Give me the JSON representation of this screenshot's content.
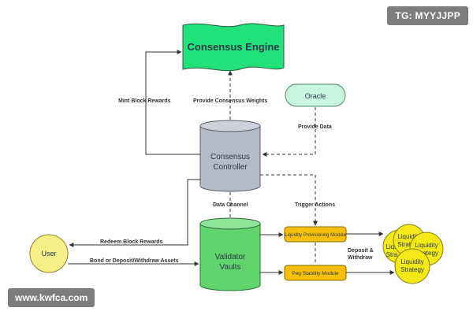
{
  "badges": {
    "top_right": "TG: MYYJJPP",
    "bottom_left": "www.kwfca.com"
  },
  "nodes": {
    "consensus_engine": "Consensus Engine",
    "oracle": "Oracle",
    "consensus_controller": [
      "Consensus",
      "Controller"
    ],
    "validator_vaults": [
      "Validator",
      "Vaults"
    ],
    "user": "User",
    "liquidity_module": "Liquidity Provisioning Module",
    "peg_module": "Peg Stability Module",
    "strategy_label": [
      "Liquidity",
      "Strategy"
    ],
    "strategy_partial": [
      "Liqu",
      "Stra"
    ]
  },
  "edges": {
    "mint": "Mint Block Rewards",
    "provide_weights": "Provide Consensus Weights",
    "provide_data": "Provide Data",
    "data_channel": "Data Channel",
    "trigger_actions": "Trigger Actions",
    "redeem": "Redeem Block Rewards",
    "bond": "Bond or Deposit/Withdraw Assets",
    "deposit_withdraw": [
      "Deposit &",
      "Withdraw"
    ]
  },
  "colors": {
    "engine": "#22e07a",
    "oracle": "#c9f5e0",
    "controller": "#b6bcc6",
    "vaults": "#62d46e",
    "module": "#f7c00a",
    "strategy": "#f3e818",
    "user": "#f7ef8a"
  }
}
